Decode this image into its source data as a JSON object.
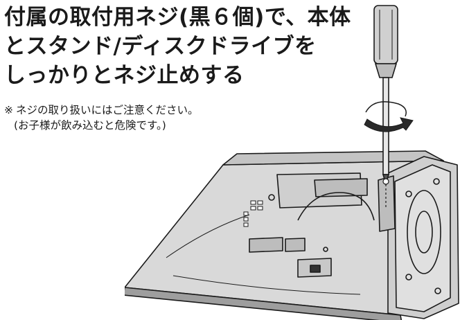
{
  "heading": {
    "line1": "付属の取付用ネジ(黒６個)で、本体",
    "line2": "とスタンド/ディスクドライブを",
    "line3": "しっかりとネジ止めする"
  },
  "note": {
    "mark": "※",
    "line1": "ネジの取り扱いにはご注意ください。",
    "line2": "(お子様が飲み込むと危険です。)"
  },
  "illustration": {
    "parts": [
      "screwdriver-icon",
      "rotation-arrow-icon",
      "tv-body-back",
      "stand-disk-drive",
      "screw-icon"
    ]
  }
}
